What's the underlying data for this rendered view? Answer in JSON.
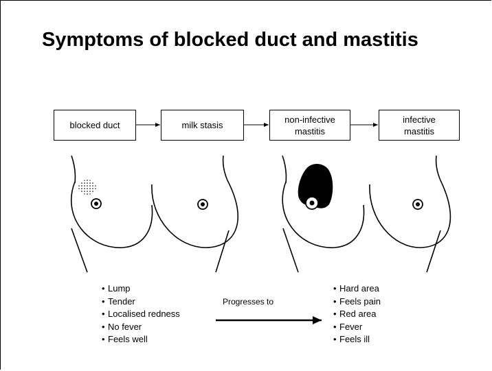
{
  "slide": {
    "title": "Symptoms of blocked duct and mastitis"
  },
  "stages": [
    {
      "line1": "blocked duct",
      "line2": ""
    },
    {
      "line1": "milk stasis",
      "line2": ""
    },
    {
      "line1": "non-infective",
      "line2": "mastitis"
    },
    {
      "line1": "infective",
      "line2": "mastitis"
    }
  ],
  "left_symptoms": [
    "Lump",
    "Tender",
    "Localised redness",
    "No fever",
    "Feels well"
  ],
  "right_symptoms": [
    "Hard area",
    "Feels pain",
    "Red area",
    "Fever",
    "Feels ill"
  ],
  "progress_label": "Progresses to"
}
